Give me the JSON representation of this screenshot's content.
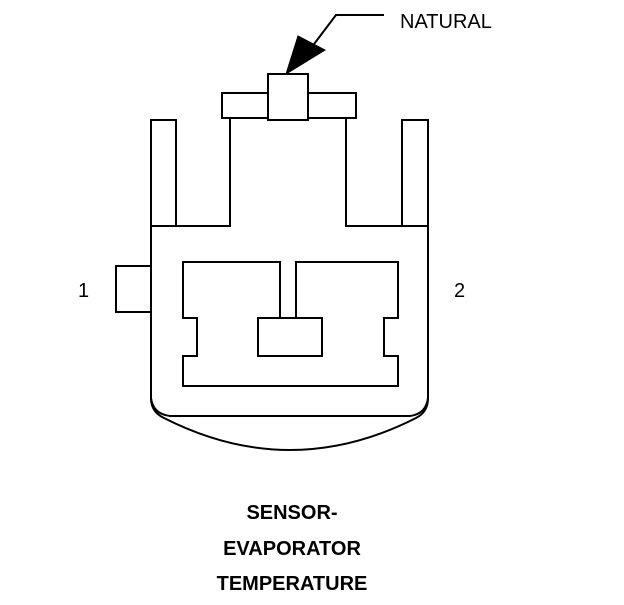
{
  "callout": {
    "label": "NATURAL"
  },
  "pins": {
    "left": "1",
    "right": "2"
  },
  "title": {
    "line1": "SENSOR-",
    "line2": "EVAPORATOR",
    "line3": "TEMPERATURE"
  }
}
